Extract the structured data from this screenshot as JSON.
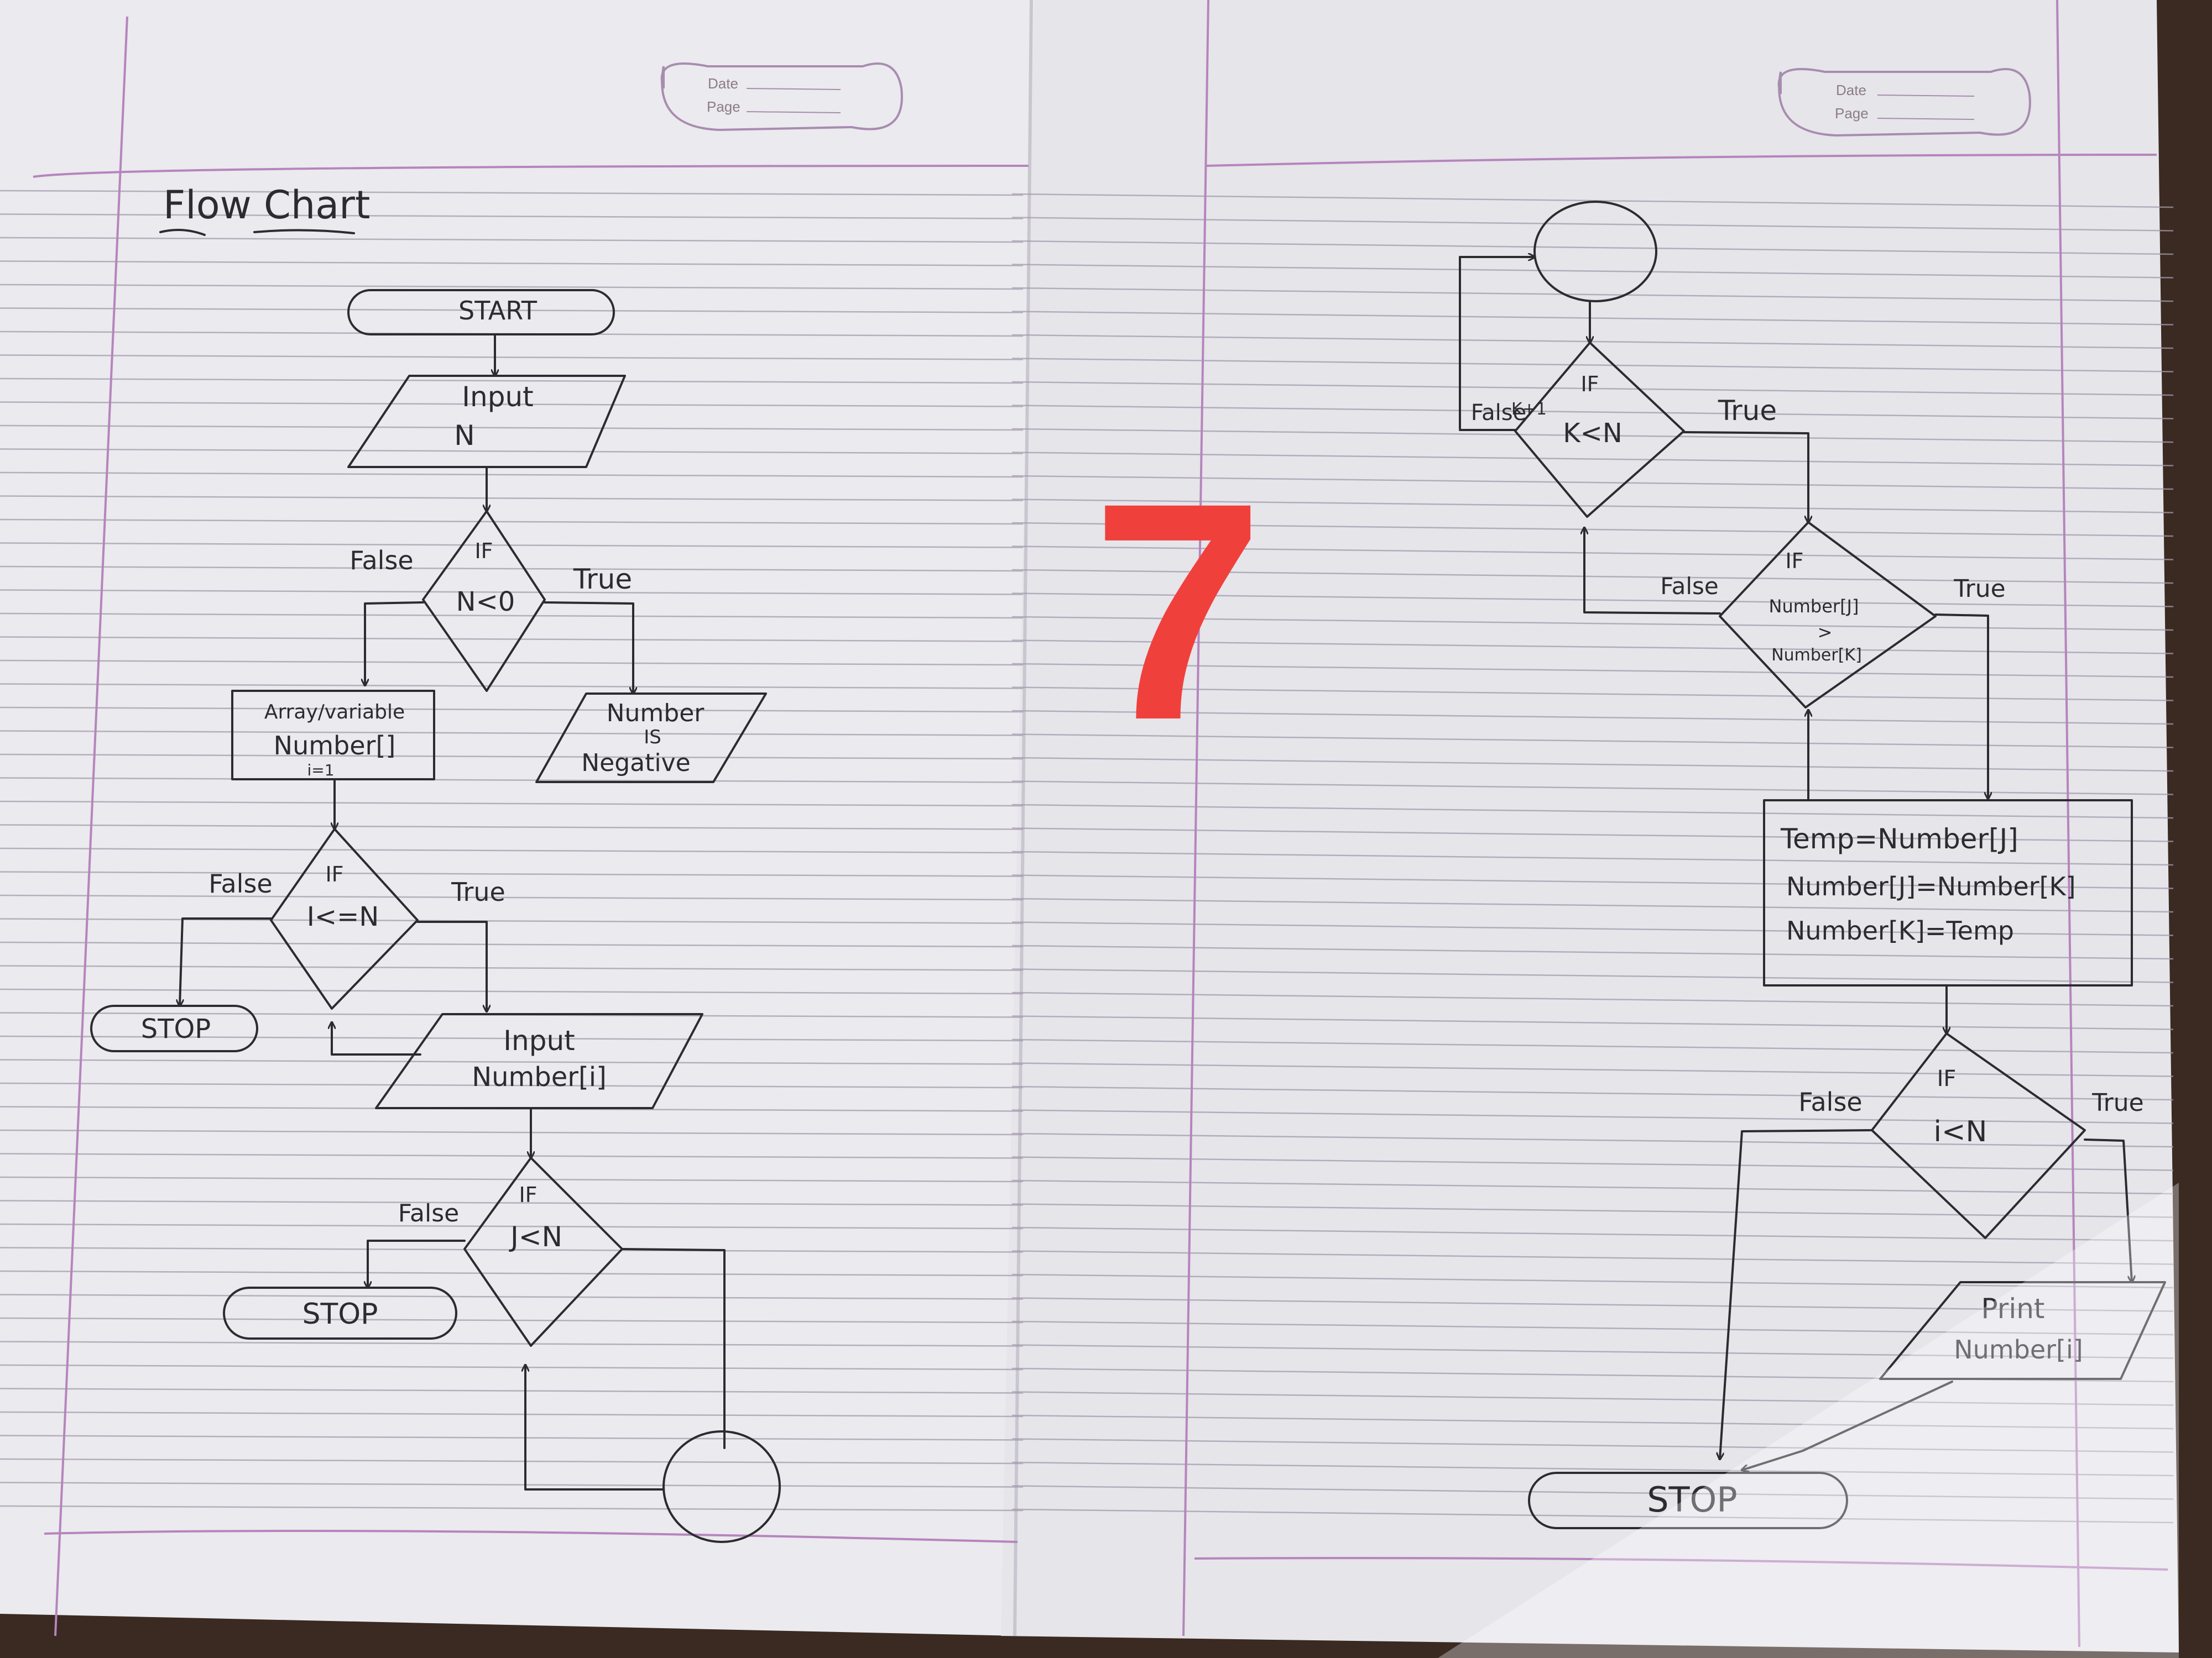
{
  "left_page": {
    "header": {
      "date_label": "Date",
      "page_label": "Page"
    },
    "title": "Flow Chart",
    "nodes": {
      "start": "START",
      "input_n": [
        "Input",
        "N"
      ],
      "if_n_lt_0": {
        "if": "IF",
        "cond": "N<0",
        "false": "False",
        "true": "True"
      },
      "array_box": [
        "Array/variable",
        "Number[]",
        "i=1"
      ],
      "number_negative": [
        "Number",
        "IS",
        "Negative"
      ],
      "if_i_le_n": {
        "if": "IF",
        "cond": "I<=N",
        "false": "False",
        "true": "True"
      },
      "stop_1": "STOP",
      "input_number_i": [
        "Input",
        "Number[i]"
      ],
      "if_j_lt_n": {
        "if": "IF",
        "cond": "J<N",
        "false": "False"
      },
      "stop_2": "STOP"
    }
  },
  "right_page": {
    "header": {
      "date_label": "Date",
      "page_label": "Page"
    },
    "nodes": {
      "if_k": {
        "if": "IF",
        "cond_top": "K+1",
        "cond": "K<N",
        "false": "False",
        "true": "True"
      },
      "if_compare": {
        "if": "IF",
        "cond_a": "Number[J]",
        "op": ">",
        "cond_b": "Number[K]",
        "false": "False",
        "true": "True"
      },
      "swap_box": [
        "Temp=Number[J]",
        "Number[J]=Number[K]",
        "Number[K]=Temp"
      ],
      "if_i_lt_n": {
        "if": "IF",
        "cond": "i<N",
        "false": "False",
        "true": "True"
      },
      "print_box": [
        "Print",
        "Number[i]"
      ],
      "stop": "STOP"
    }
  },
  "overlay": {
    "number": "7",
    "color": "#f0403c"
  },
  "colors": {
    "paper": "#e9e8ec",
    "ink": "#2c2c30",
    "rule": "#9a8fa0",
    "margin": "#b07ab8",
    "background": "#3a2a22"
  }
}
